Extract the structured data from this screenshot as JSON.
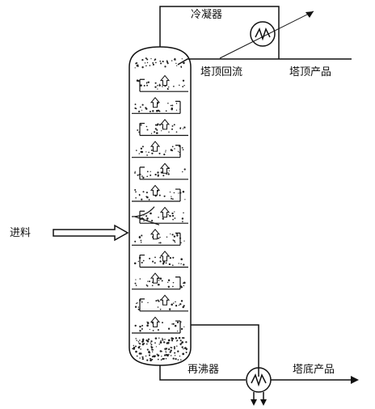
{
  "labels": {
    "condenser": "冷凝器",
    "reflux": "塔顶回流",
    "top_product": "塔顶产品",
    "feed": "进料",
    "reboiler": "再沸器",
    "bottom_product": "塔底产品"
  },
  "column": {
    "tray_count": 12,
    "feed_tray": 7
  }
}
